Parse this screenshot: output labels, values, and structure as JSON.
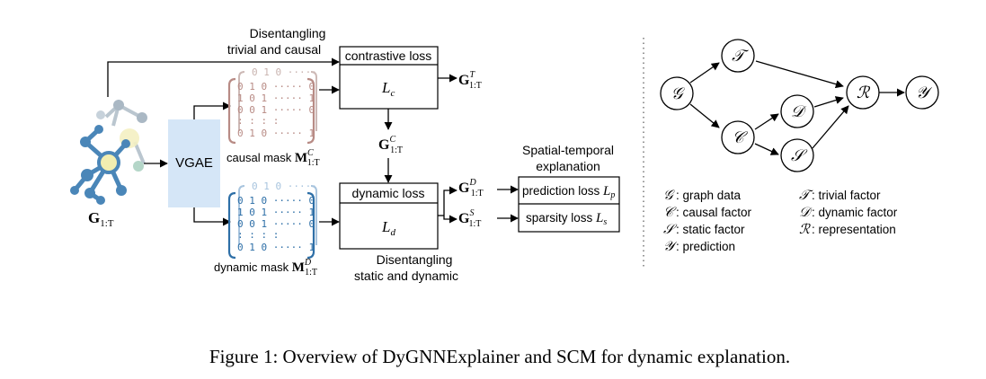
{
  "pipeline": {
    "graph_label": "G",
    "graph_sub": "1:T",
    "vgae_label": "VGAE",
    "causal_mask_text": "causal mask ",
    "causal_mask_symbol": "M",
    "causal_mask_sup": "C",
    "causal_mask_sub": "1:T",
    "dynamic_mask_text": "dynamic mask ",
    "dynamic_mask_symbol": "M",
    "dynamic_mask_sup": "D",
    "dynamic_mask_sub": "1:T",
    "top_annot_line1": "Disentangling",
    "top_annot_line2": "trivial and causal",
    "contrastive_title": "contrastive loss",
    "contrastive_symbol": "L",
    "contrastive_sub": "c",
    "out_trivial_symbol": "G",
    "out_trivial_sup": "T",
    "out_trivial_sub": "1:T",
    "mid_causal_symbol": "G",
    "mid_causal_sup": "C",
    "mid_causal_sub": "1:T",
    "dynamic_title": "dynamic loss",
    "dynamic_symbol": "L",
    "dynamic_sub": "d",
    "bottom_annot_line1": "Disentangling",
    "bottom_annot_line2": "static and dynamic",
    "out_dynamic_symbol": "G",
    "out_dynamic_sup": "D",
    "out_dynamic_sub": "1:T",
    "out_static_symbol": "G",
    "out_static_sup": "S",
    "out_static_sub": "1:T",
    "spatial_line1": "Spatial-temporal",
    "spatial_line2": "explanation",
    "prediction_text": "prediction loss ",
    "prediction_symbol": "L",
    "prediction_sub": "p",
    "sparsity_text": "sparsity loss ",
    "sparsity_symbol": "L",
    "sparsity_sub": "s"
  },
  "matrix": {
    "rows": [
      "0 1 0 ····· 0",
      "1 0 1 ····· 1",
      "0 0 1 ····· 0",
      " :  :  :       :",
      "0 1 0 ····· 1"
    ],
    "back_row": "0 1 0 ·····"
  },
  "scm": {
    "nodes": {
      "G": "𝒢",
      "T": "𝒯",
      "C": "𝒞",
      "D": "𝒟",
      "S": "𝒮",
      "R": "ℛ",
      "Y": "𝒴"
    },
    "legend": [
      {
        "symbol": "𝒢",
        "text": ": graph data"
      },
      {
        "symbol": "𝒞",
        "text": ": causal factor"
      },
      {
        "symbol": "𝒮",
        "text": ": static factor"
      },
      {
        "symbol": "𝒴",
        "text": ": prediction"
      },
      {
        "symbol": "𝒯",
        "text": ": trivial factor"
      },
      {
        "symbol": "𝒟",
        "text": ": dynamic factor"
      },
      {
        "symbol": "ℛ",
        "text": ": representation"
      }
    ]
  },
  "caption": "Figure 1: Overview of DyGNNExplainer and SCM for dynamic explanation.",
  "colors": {
    "causal_mask": "#b88b85",
    "dynamic_mask": "#2e6fa7",
    "vgae_fill": "#d5e6f7",
    "graph_node": "#4a86b8",
    "graph_highlight": "#f2eeb0",
    "graph_faded": "#aab8c4"
  }
}
